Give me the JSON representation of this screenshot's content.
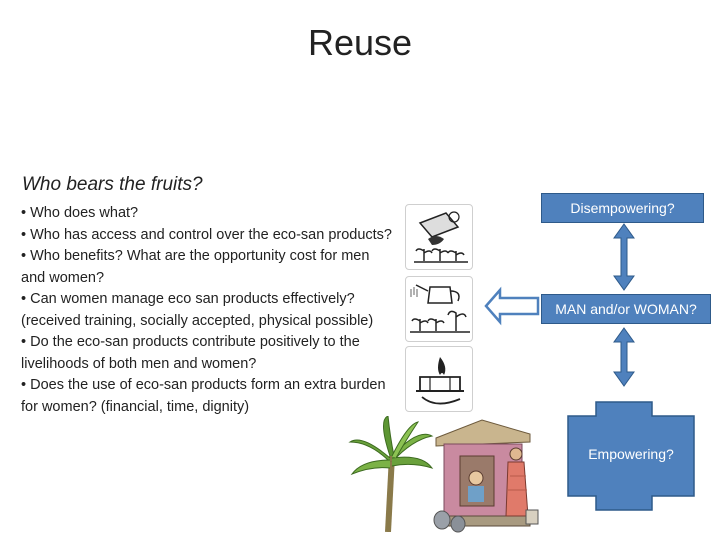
{
  "title": "Reuse",
  "subtitle": "Who bears the fruits?",
  "bullets": [
    "• Who does what?",
    "• Who has access and control over the eco-san products?",
    "• Who benefits? What are the opportunity cost for men and women?",
    "• Can women manage eco san products effectively? (received training, socially accepted, physical possible)",
    "• Do the eco-san products contribute positively to the livelihoods of both men and women?",
    "• Does the use of eco-san products form an extra burden for women? (financial, time, dignity)"
  ],
  "boxes": {
    "disempowering": "Disempowering?",
    "man_woman": "MAN and/or WOMAN?",
    "empowering": "Empowering?"
  },
  "colors": {
    "box_fill": "#4f81bd",
    "box_border": "#2e5a8a",
    "arrow_fill": "#4f81bd"
  },
  "icons": [
    "fertilizer-plant-icon",
    "watering-can-icon",
    "biogas-flame-icon",
    "banana-tree-icon",
    "ecosan-toilet-illustration"
  ]
}
